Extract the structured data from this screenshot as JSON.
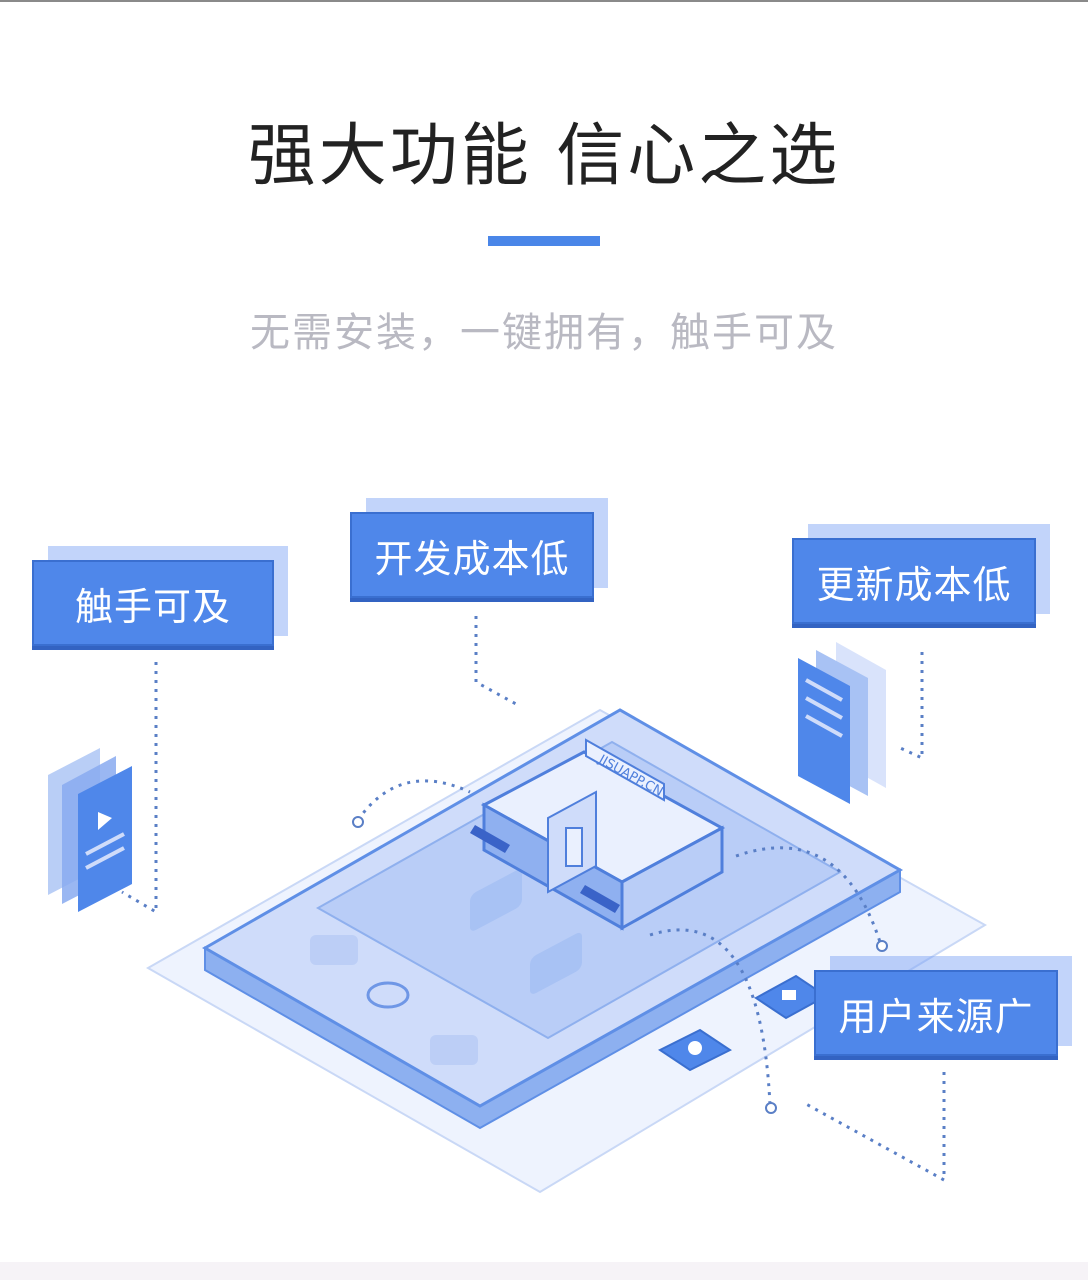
{
  "header": {
    "title": "强大功能 信心之选",
    "subtitle": "无需安装，一键拥有，触手可及"
  },
  "features": {
    "reach": "触手可及",
    "dev_cost": "开发成本低",
    "update_cost": "更新成本低",
    "user_source": "用户来源广"
  },
  "illustration": {
    "building_sign": "JISUAPP.CN"
  },
  "colors": {
    "accent": "#4a86e8",
    "tag_blue": "#4f87ea",
    "title": "#222222",
    "subtitle": "#b9b9c2"
  }
}
